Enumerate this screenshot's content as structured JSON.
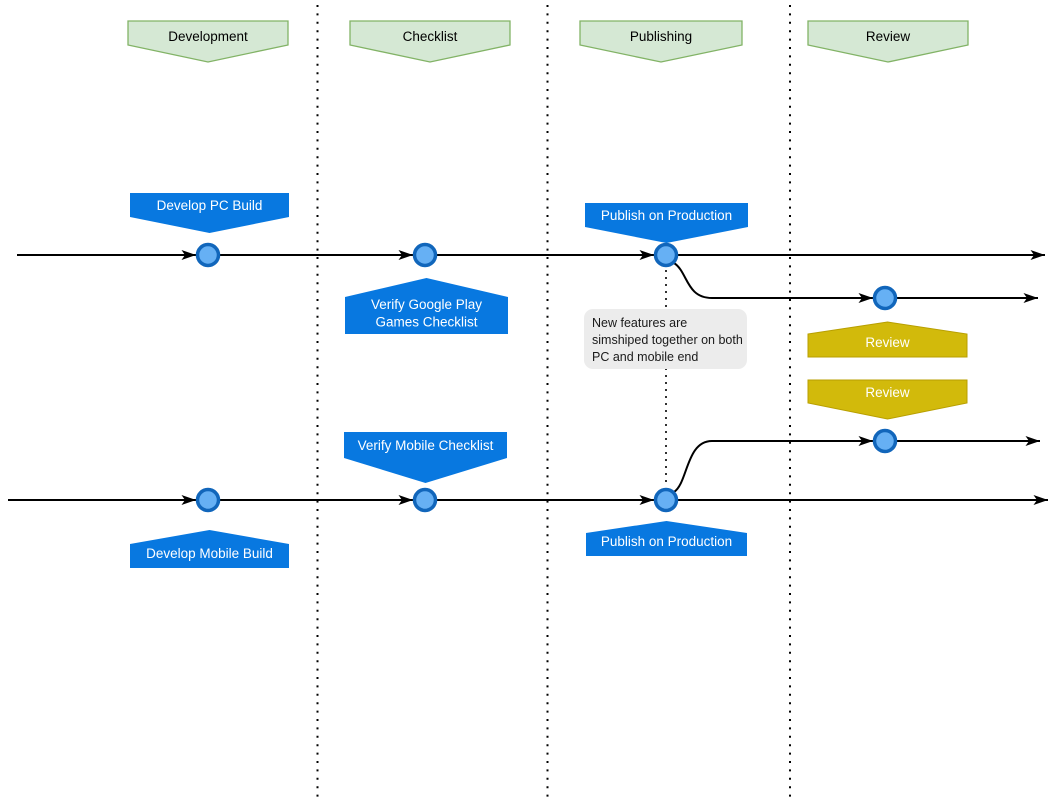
{
  "diagram": {
    "phases": [
      {
        "label": "Development"
      },
      {
        "label": "Checklist"
      },
      {
        "label": "Publishing"
      },
      {
        "label": "Review"
      }
    ],
    "events": {
      "develop_pc": {
        "label": "Develop PC Build"
      },
      "verify_gpg": {
        "line1": "Verify Google Play",
        "line2": "Games Checklist"
      },
      "publish_top": {
        "label": "Publish on Production"
      },
      "review_top": {
        "label": "Review"
      },
      "review_bottom": {
        "label": "Review"
      },
      "verify_mobile": {
        "label": "Verify Mobile Checklist"
      },
      "publish_bottom": {
        "label": "Publish on Production"
      },
      "develop_mobile": {
        "label": "Develop Mobile Build"
      }
    },
    "note": {
      "lines": [
        "New features are",
        "simshiped together on both",
        "PC and mobile end"
      ]
    },
    "colors": {
      "event_blue": "#0878E0",
      "phase_green_fill": "#D5E8D4",
      "phase_green_stroke": "#82B366",
      "review_yellow_fill": "#D2BA0B",
      "node_fill": "#66B0F4",
      "node_stroke": "#1166BB",
      "note_bg": "#ECECEC",
      "line_color": "#000000"
    }
  }
}
